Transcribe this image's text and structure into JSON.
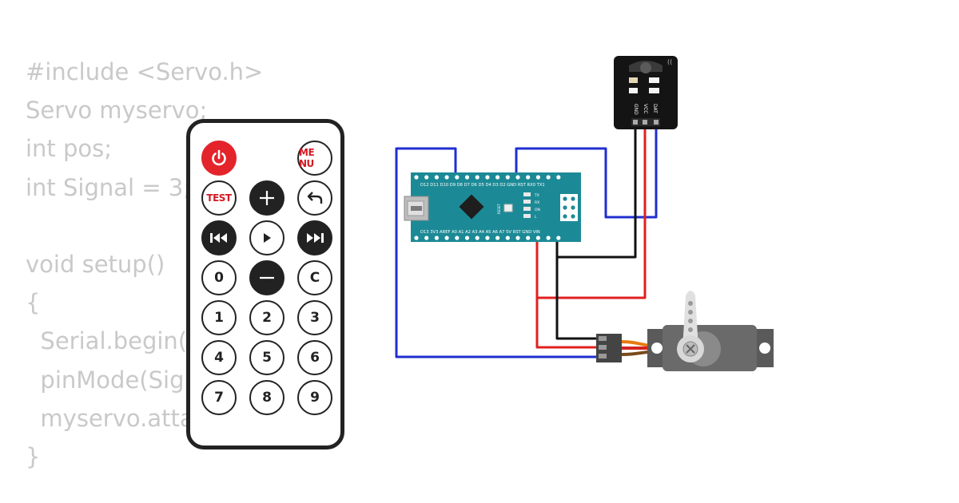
{
  "code_lines": [
    "#include <Servo.h>",
    "Servo myservo;",
    "int pos;",
    "int Signal = 3;",
    "",
    "void setup()",
    "{",
    "  Serial.begin(",
    "  pinMode(Sig",
    "  myservo.atta",
    "}"
  ],
  "remote": {
    "buttons": [
      {
        "id": "power",
        "icon": "power-icon",
        "label": "",
        "style": "red"
      },
      {
        "id": "menu",
        "icon": "",
        "label": "ME NU",
        "style": "white-red"
      },
      {
        "id": "test",
        "icon": "",
        "label": "TEST",
        "style": "white-red"
      },
      {
        "id": "plus",
        "icon": "plus-icon",
        "label": "",
        "style": "black"
      },
      {
        "id": "back",
        "icon": "back-arrow-icon",
        "label": "",
        "style": "white"
      },
      {
        "id": "prev",
        "icon": "rewind-icon",
        "label": "",
        "style": "black"
      },
      {
        "id": "play",
        "icon": "play-icon",
        "label": "",
        "style": "white"
      },
      {
        "id": "next",
        "icon": "fast-forward-icon",
        "label": "",
        "style": "black"
      },
      {
        "id": "zero",
        "icon": "",
        "label": "0",
        "style": "white"
      },
      {
        "id": "minus",
        "icon": "minus-icon",
        "label": "",
        "style": "black"
      },
      {
        "id": "clear",
        "icon": "",
        "label": "C",
        "style": "white"
      },
      {
        "id": "one",
        "icon": "",
        "label": "1",
        "style": "white"
      },
      {
        "id": "two",
        "icon": "",
        "label": "2",
        "style": "white"
      },
      {
        "id": "three",
        "icon": "",
        "label": "3",
        "style": "white"
      },
      {
        "id": "four",
        "icon": "",
        "label": "4",
        "style": "white"
      },
      {
        "id": "five",
        "icon": "",
        "label": "5",
        "style": "white"
      },
      {
        "id": "six",
        "icon": "",
        "label": "6",
        "style": "white"
      },
      {
        "id": "seven",
        "icon": "",
        "label": "7",
        "style": "white"
      },
      {
        "id": "eight",
        "icon": "",
        "label": "8",
        "style": "white"
      },
      {
        "id": "nine",
        "icon": "",
        "label": "9",
        "style": "white"
      }
    ]
  },
  "arduino": {
    "top_pins": "D12 D11 D10  D9  D8  D7  D6  D5  D4  D3  D2 GND RST   RX0 TX1",
    "bottom_pins": "D13 3V3 AREF A0  A1  A2  A3  A4  A5  A6  A7  5V  RST GND VIN",
    "reset_label": "RESET",
    "led_labels": [
      "TX",
      "RX",
      "ON",
      "L"
    ]
  },
  "ir_sensor": {
    "pin_labels": [
      "GND",
      "VCC",
      "DAT"
    ]
  },
  "colors": {
    "wire_blue": "#1f2fd0",
    "wire_red": "#e02020",
    "wire_black": "#111111",
    "board": "#1c8a96",
    "code_text": "#c9c9c9",
    "servo_body": "#666666"
  }
}
